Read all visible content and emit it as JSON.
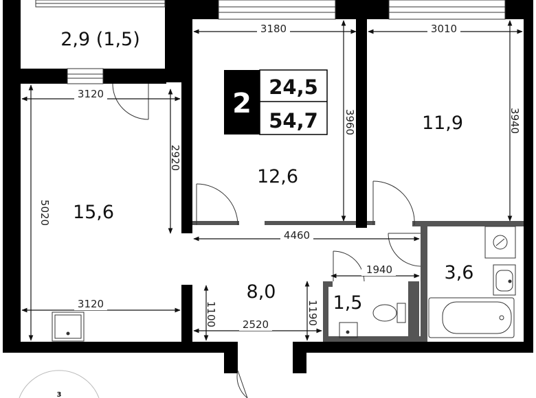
{
  "badge": {
    "rooms": "2",
    "living_area": "24,5",
    "total_area": "54,7"
  },
  "rooms": {
    "balcony": "2,9 (1,5)",
    "living_room": "15,6",
    "bedroom_middle": "12,6",
    "bedroom_right": "11,9",
    "hallway": "8,0",
    "bathroom": "3,6",
    "toilet": "1,5"
  },
  "dimensions": {
    "middle_width": "3180",
    "right_width": "3010",
    "living_width_top": "3120",
    "living_width_bottom": "3120",
    "living_height": "5020",
    "living_depth_upper": "2920",
    "middle_height": "3960",
    "right_height": "3940",
    "corridor_width": "4460",
    "toilet_width": "1940",
    "hall_width": "2520",
    "hall_left": "1100",
    "hall_right": "1190"
  },
  "compass": {
    "label": "3"
  }
}
